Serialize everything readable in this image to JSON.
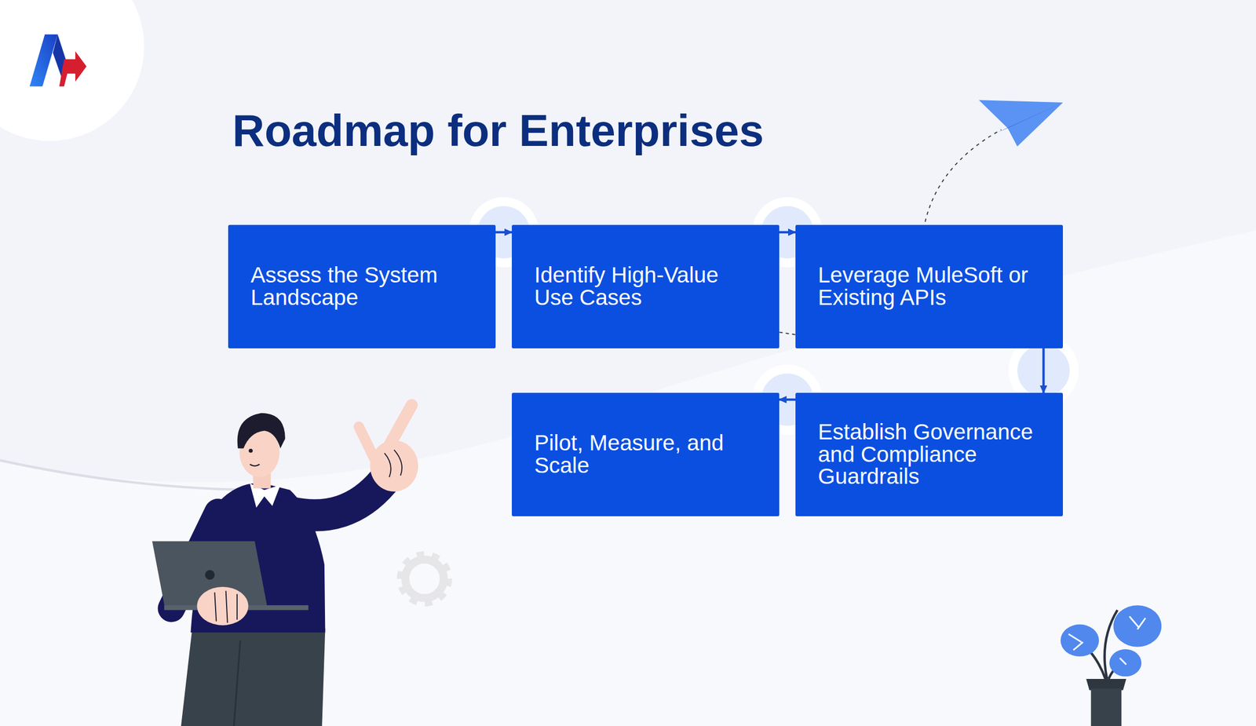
{
  "diagram": {
    "title": "Roadmap for Enterprises",
    "nodes": [
      {
        "text": [
          "Assess the System Landscape"
        ]
      },
      {
        "text": [
          "Identify High-Value Use Cases"
        ]
      },
      {
        "text": [
          "Leverage MuleSoft or Existing APIs"
        ]
      },
      {
        "text": [
          "Establish Governance and Compliance Guardrails"
        ]
      },
      {
        "text": [
          "Pilot, Measure, and Scale"
        ]
      }
    ],
    "edges": [
      {
        "from": 0,
        "to": 1,
        "arrow": "to"
      },
      {
        "from": 1,
        "to": 2,
        "arrow": "to"
      },
      {
        "from": 2,
        "to": 3,
        "arrow": "to"
      },
      {
        "from": 3,
        "to": 4,
        "arrow": "to"
      }
    ]
  }
}
